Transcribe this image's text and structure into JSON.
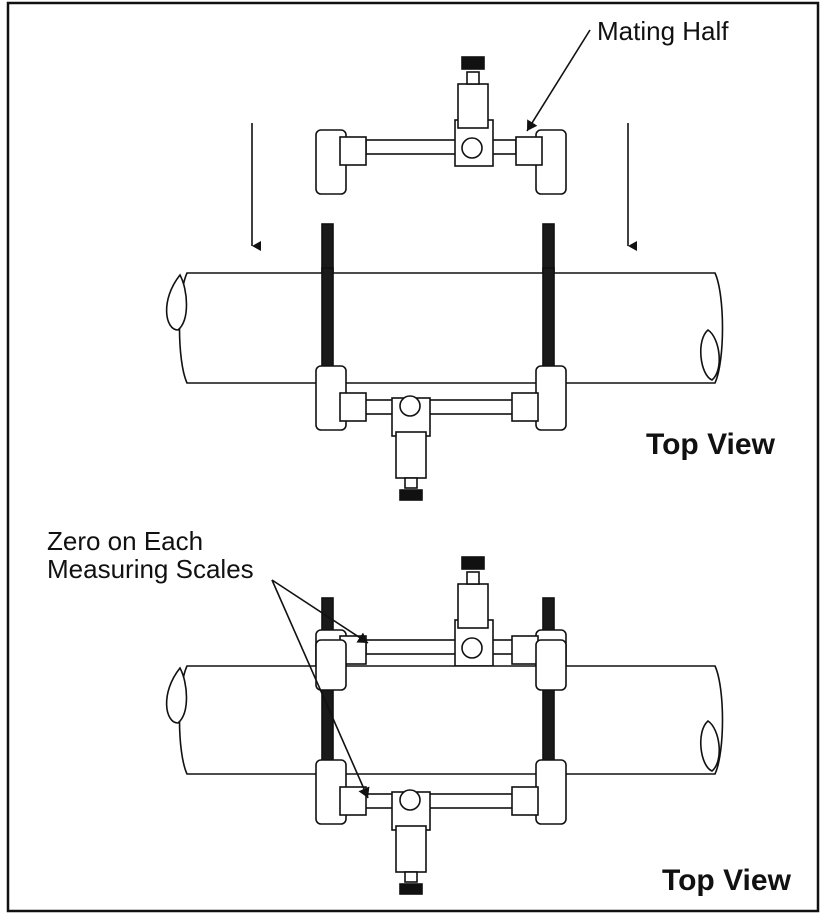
{
  "labels": {
    "mating_half": "Mating Half",
    "top_view_upper": "Top View",
    "top_view_lower": "Top View",
    "zero_line1": "Zero on Each",
    "zero_line2": "Measuring Scales"
  },
  "colors": {
    "ink": "#111111",
    "rod": "#1a1a1a",
    "background": "#ffffff"
  }
}
